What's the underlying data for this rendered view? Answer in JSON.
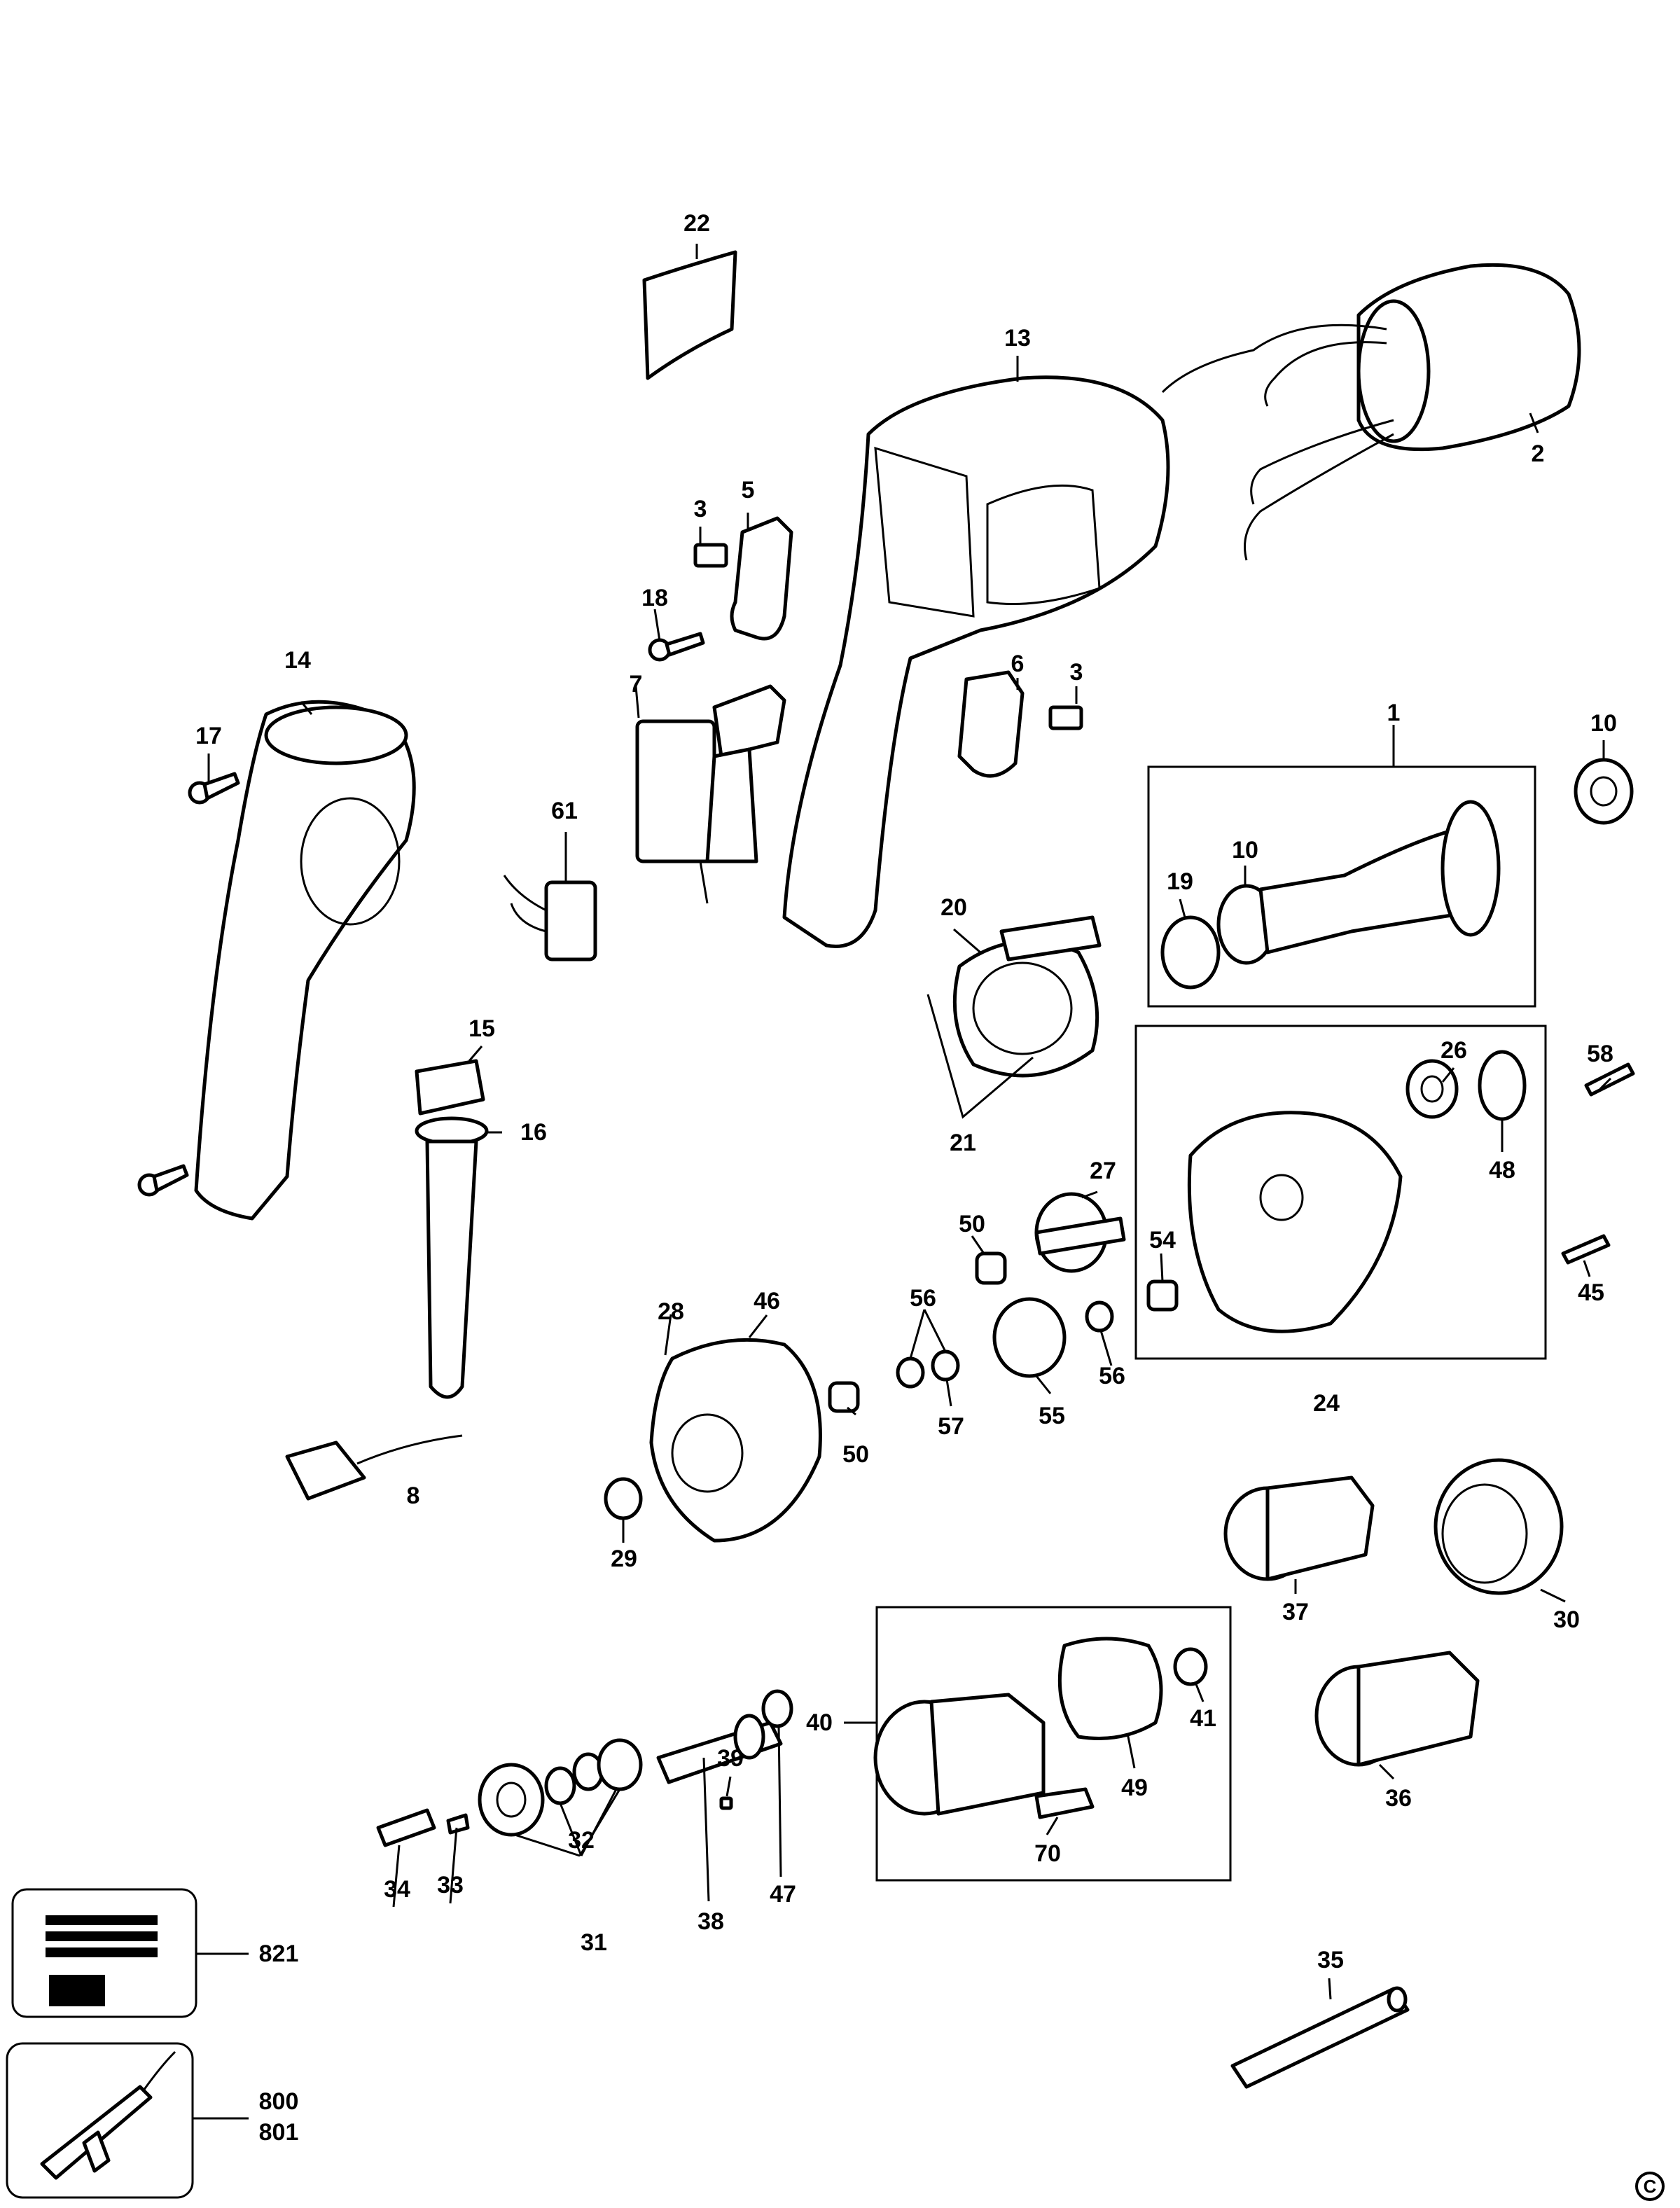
{
  "part_numbers": {
    "p1": "1",
    "p2": "2",
    "p3a": "3",
    "p3b": "3",
    "p5": "5",
    "p6": "6",
    "p7": "7",
    "p8": "8",
    "p10a": "10",
    "p10b": "10",
    "p13": "13",
    "p14": "14",
    "p15": "15",
    "p16": "16",
    "p17": "17",
    "p18": "18",
    "p19": "19",
    "p20": "20",
    "p21": "21",
    "p22": "22",
    "p24": "24",
    "p26": "26",
    "p27": "27",
    "p28": "28",
    "p29": "29",
    "p30": "30",
    "p31": "31",
    "p32": "32",
    "p33": "33",
    "p34": "34",
    "p35": "35",
    "p36": "36",
    "p37": "37",
    "p38": "38",
    "p39": "39",
    "p40": "40",
    "p41": "41",
    "p45": "45",
    "p46": "46",
    "p47": "47",
    "p48": "48",
    "p49": "49",
    "p50a": "50",
    "p50b": "50",
    "p54": "54",
    "p55": "55",
    "p56a": "56",
    "p56b": "56",
    "p57": "57",
    "p58": "58",
    "p61": "61",
    "p70": "70",
    "p800": "800",
    "p801": "801",
    "p821": "821"
  },
  "copyright_symbol": "C"
}
